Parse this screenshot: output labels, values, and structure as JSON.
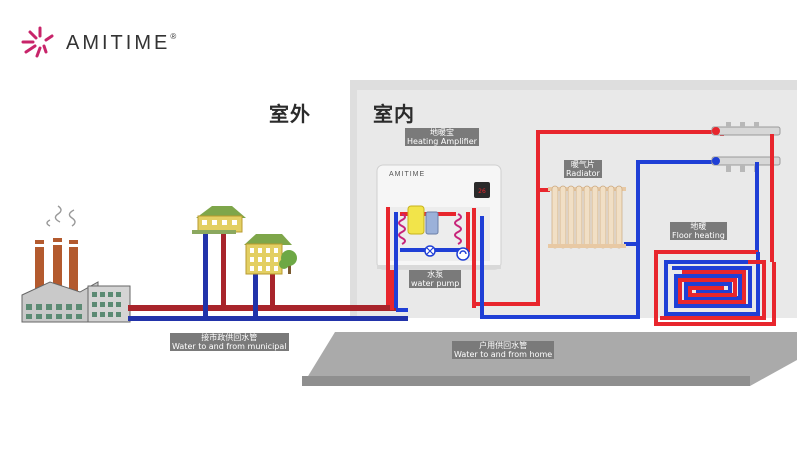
{
  "brand": {
    "name": "AMITIME",
    "reg": "®",
    "unit_label": "AMITIME"
  },
  "zones": {
    "outdoor": "室外",
    "indoor": "室内"
  },
  "labels": {
    "heating_amplifier": {
      "cn": "地暖宝",
      "en": "Heating Amplifier"
    },
    "radiator": {
      "cn": "暖气片",
      "en": "Radiator"
    },
    "floor_heating": {
      "cn": "地暖",
      "en": "Floor heating"
    },
    "water_pump": {
      "cn": "水泵",
      "en": "water pump"
    },
    "municipal": {
      "cn": "接市政供回水管",
      "en": "Water to and from municipal"
    },
    "home": {
      "cn": "户用供回水管",
      "en": "Water to and from home"
    }
  },
  "colors": {
    "supply": "#e8262d",
    "return": "#1f3fd6",
    "municipal_supply": "#a8242b",
    "municipal_return": "#2233aa",
    "brand_accent": "#c8246a"
  },
  "icons": [
    "amitime-logo-icon",
    "factory-icon",
    "house-icon",
    "apartment-icon",
    "tree-icon",
    "heat-exchanger-icon",
    "water-pump-icon",
    "controller-display-icon",
    "radiator-icon",
    "manifold-icon",
    "floor-heating-coil-icon"
  ]
}
